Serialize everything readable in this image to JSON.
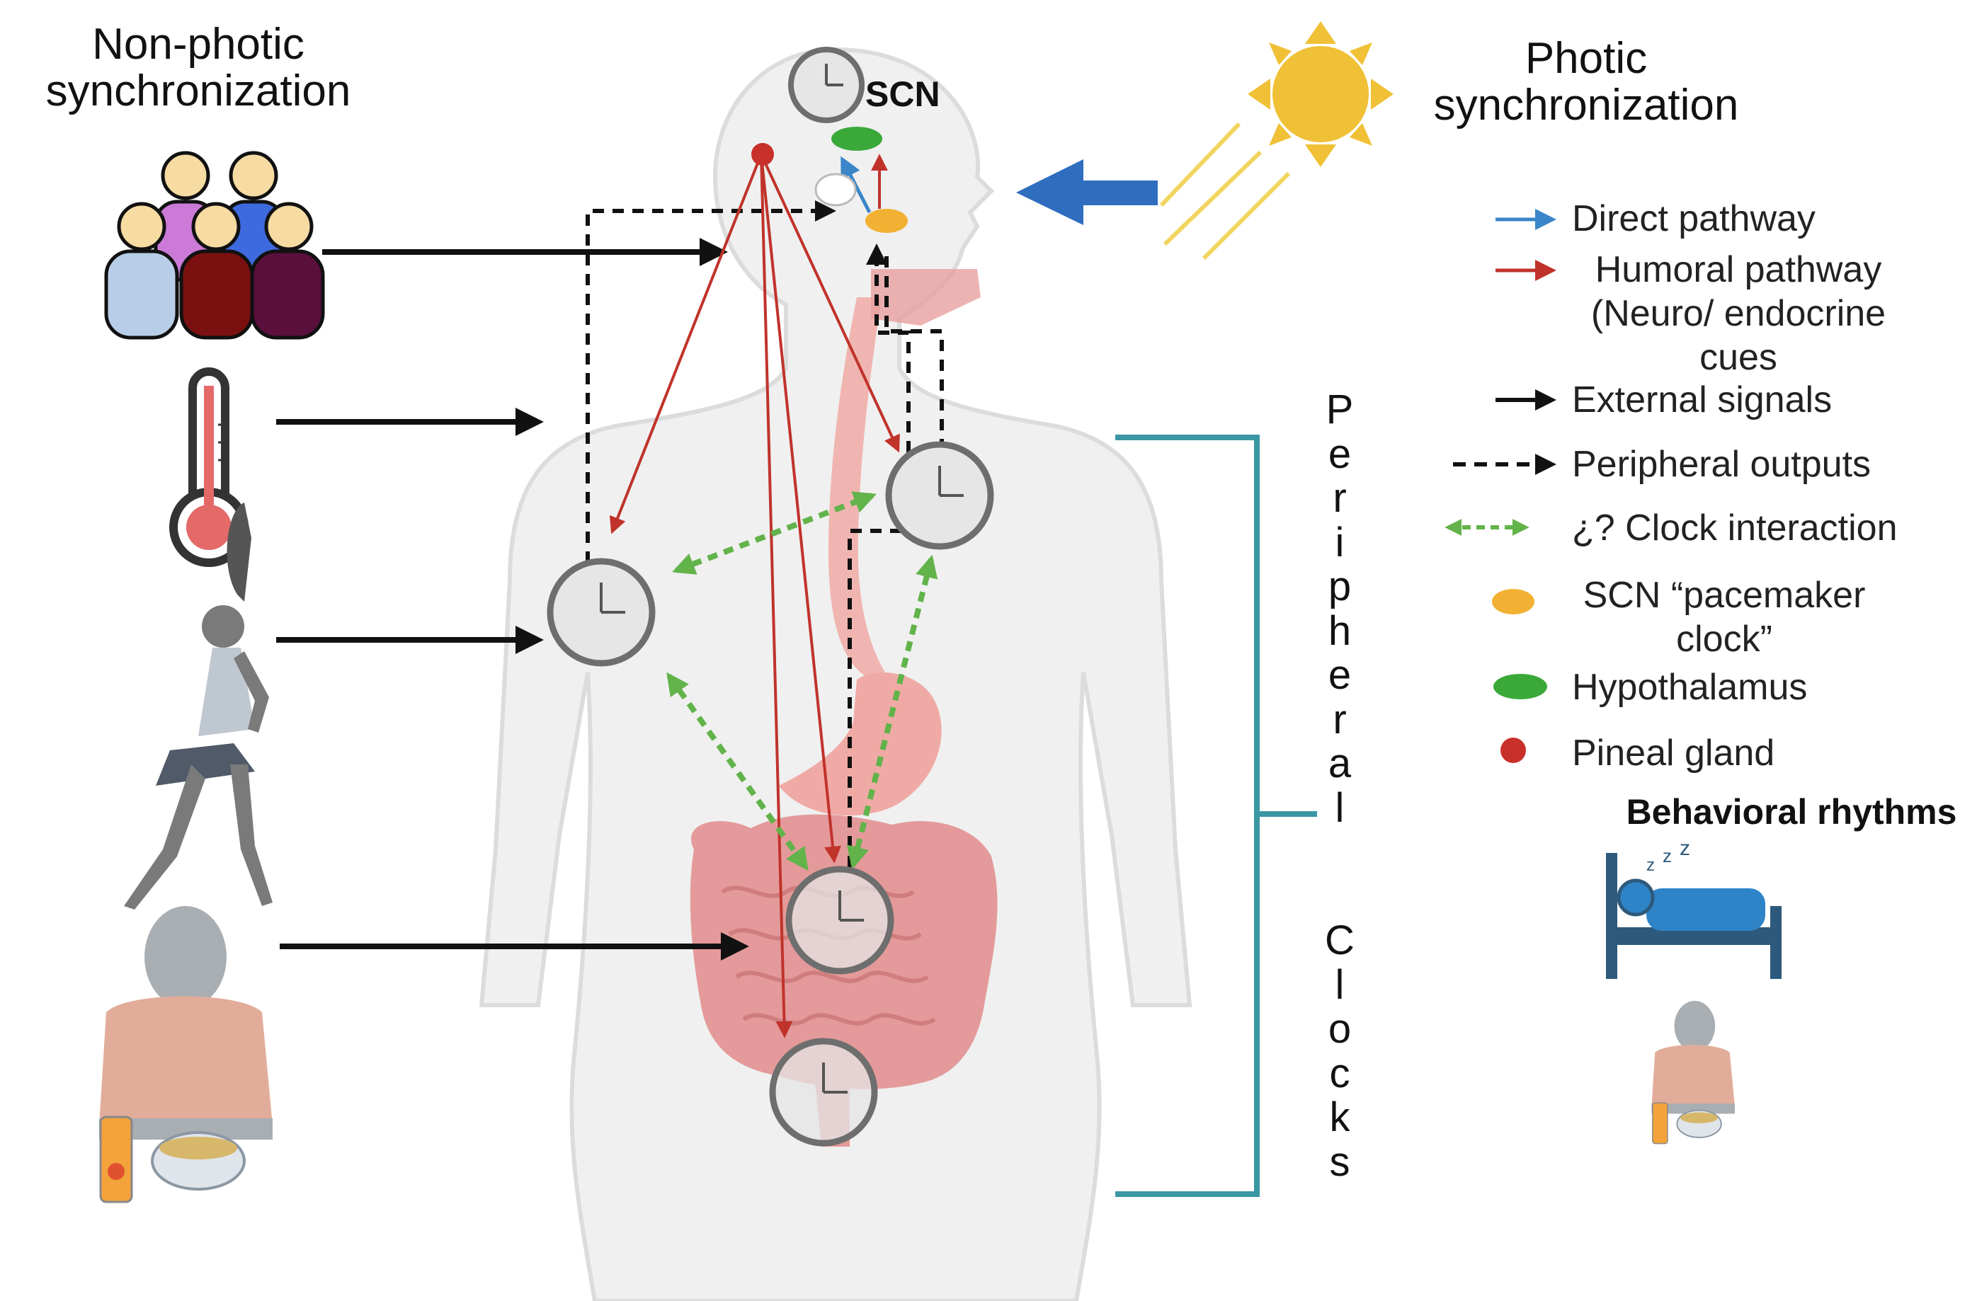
{
  "title_left": [
    "Non-photic",
    "synchronization"
  ],
  "title_right": [
    "Photic",
    "synchronization"
  ],
  "scn_label": "SCN",
  "behavioral_label": "Behavioral rhythms",
  "peripheral_clocks": [
    "P",
    "e",
    "r",
    "i",
    "p",
    "h",
    "e",
    "r",
    "a",
    "l",
    "",
    "",
    "C",
    "l",
    "o",
    "c",
    "k",
    "s"
  ],
  "legend": [
    {
      "label": "Direct pathway",
      "color": "#3a86c8",
      "symbol": "arrow-solid"
    },
    {
      "label": "Humoral pathway (Neuro/ endocrine cues",
      "lines": [
        "Humoral pathway",
        "(Neuro/ endocrine",
        "cues"
      ],
      "color": "#c0332b",
      "symbol": "arrow-solid"
    },
    {
      "label": "External signals",
      "color": "#111111",
      "symbol": "arrow-solid"
    },
    {
      "label": "Peripheral outputs",
      "color": "#111111",
      "symbol": "arrow-dashed"
    },
    {
      "label": "¿? Clock interaction",
      "color": "#62b34a",
      "symbol": "arrow-dashed-double"
    },
    {
      "label": "SCN “pacemaker clock”",
      "lines": [
        "SCN “pacemaker",
        "clock”"
      ],
      "color": "#f2b132",
      "symbol": "ellipse"
    },
    {
      "label": "Hypothalamus",
      "color": "#3aa93a",
      "symbol": "ellipse"
    },
    {
      "label": "Pineal gland",
      "color": "#c8302a",
      "symbol": "dot"
    }
  ],
  "colors": {
    "body": "#f0f0f0",
    "body_outline": "#dcdcdc",
    "clock_ring": "#6e6e6e",
    "teal_bracket": "#3a97a3",
    "sun": "#f0c136",
    "sun_rays": "#f2d560",
    "big_arrow": "#2f6dbf",
    "gut": "#e49a9a",
    "esophagus": "#f0aaa5"
  },
  "icons": [
    "people-group-icon",
    "thermometer-icon",
    "exercise-woman-icon",
    "eating-person-icon",
    "sun-icon",
    "bed-sleep-icon",
    "clock-icon"
  ]
}
